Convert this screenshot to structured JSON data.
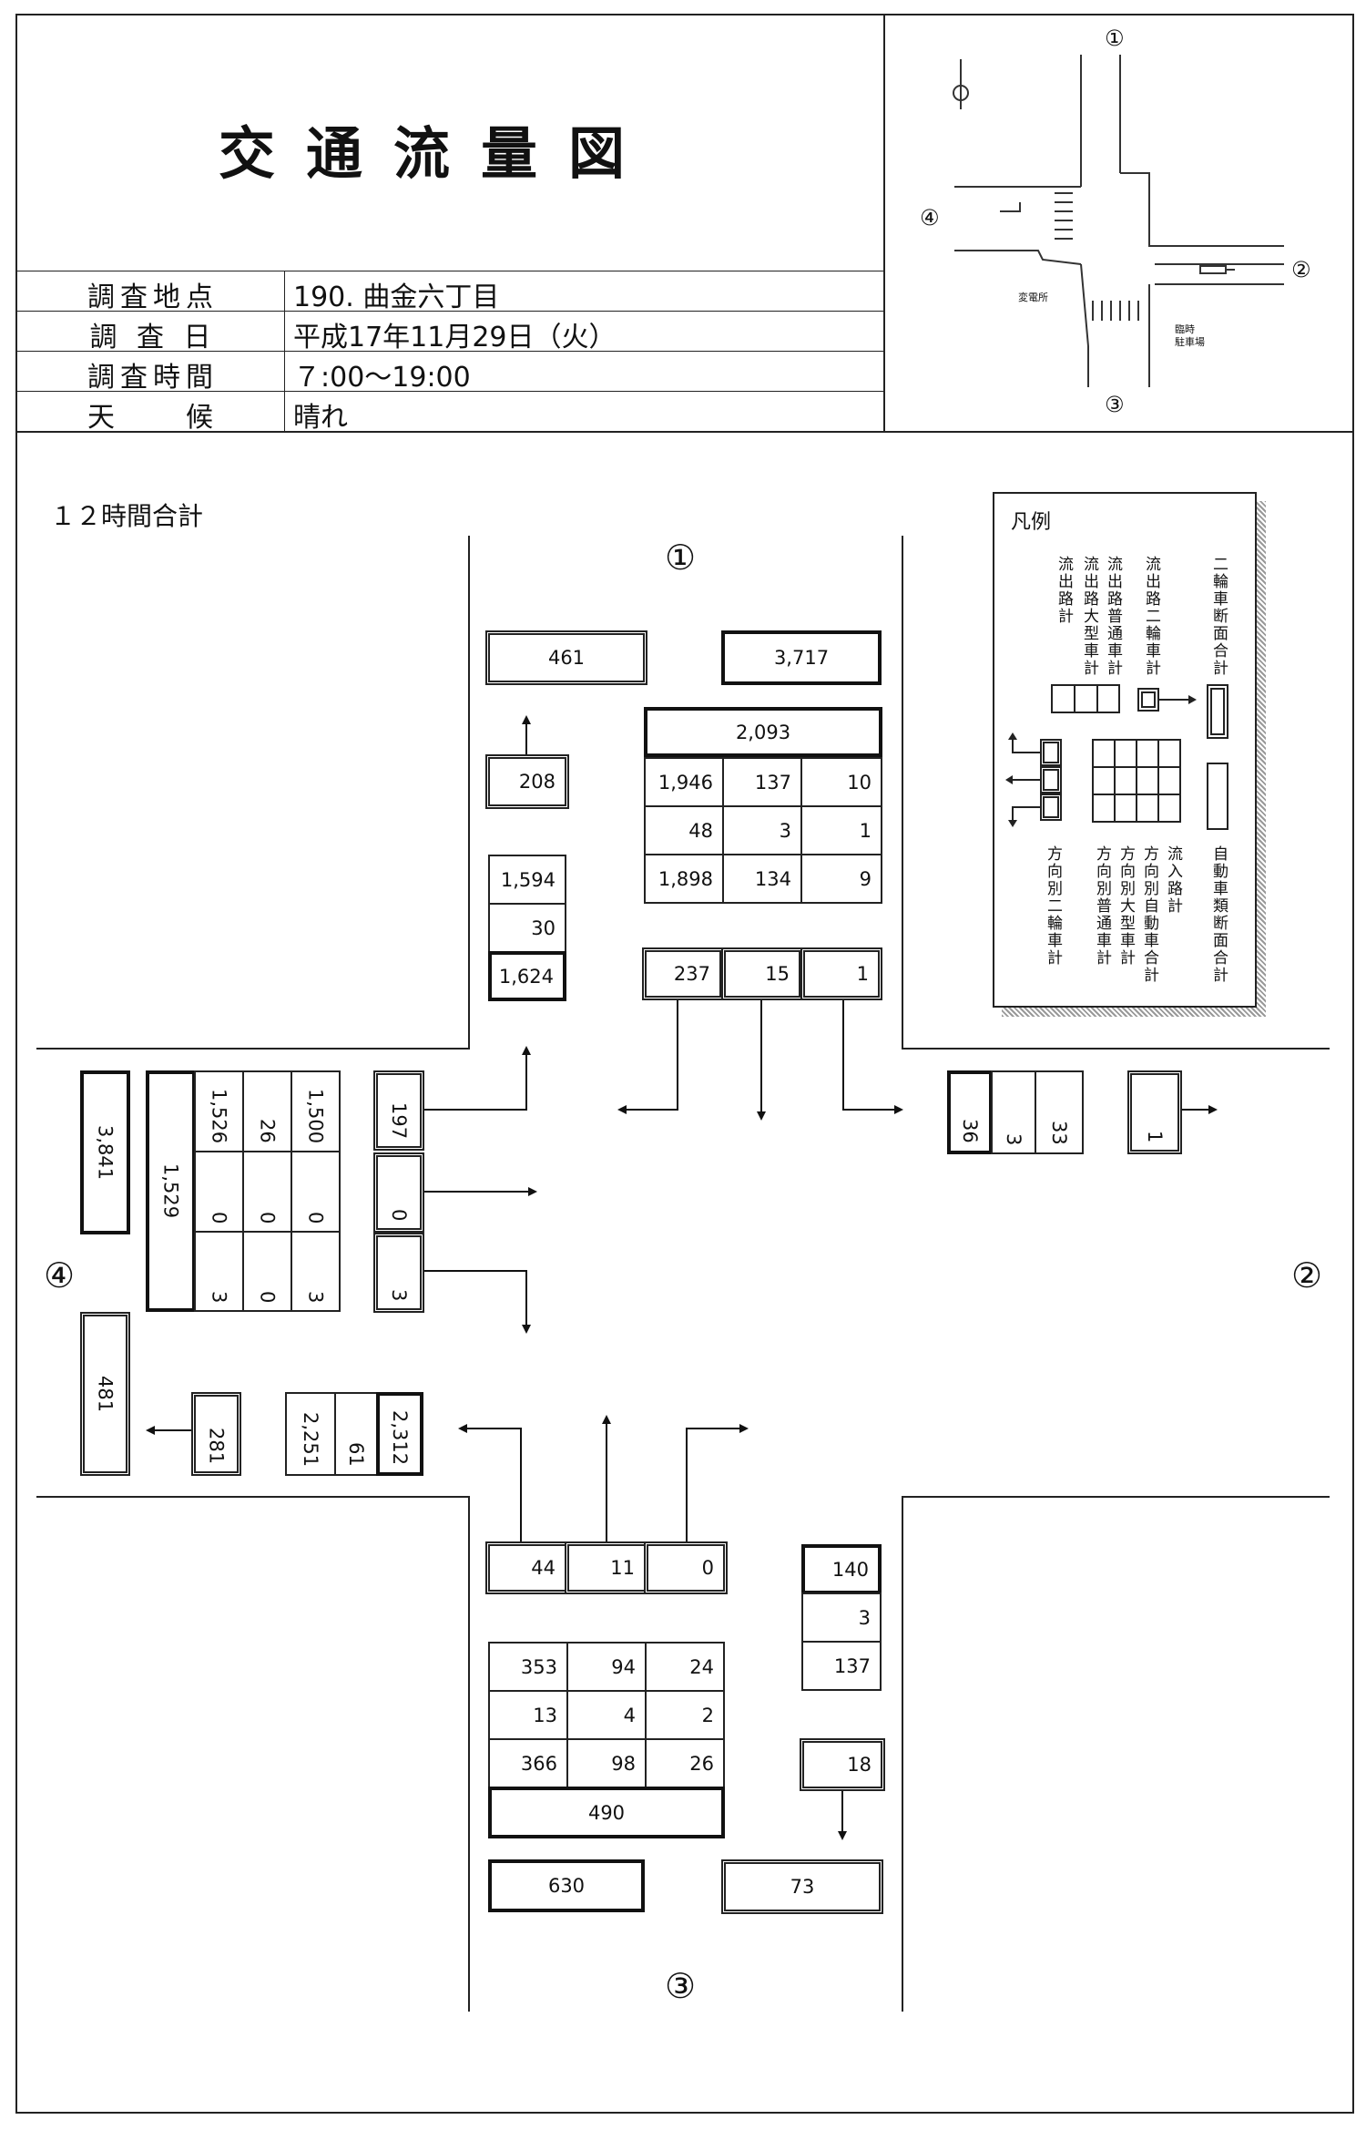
{
  "header": {
    "title": "交通流量図",
    "fields": [
      {
        "label": "調査地点",
        "value": "190. 曲金六丁目"
      },
      {
        "label": "調 査 日",
        "value": "平成17年11月29日（火）"
      },
      {
        "label": "調査時間",
        "value": "７:00～19:00"
      },
      {
        "label": "天　　候",
        "value": "晴れ"
      }
    ]
  },
  "map": {
    "labels": {
      "n1": "①",
      "n2": "②",
      "n3": "③",
      "n4": "④",
      "substation": "変電所",
      "parking": "臨時\n駐車場"
    }
  },
  "subtitle": "１２時間合計",
  "approaches": {
    "a1": "①",
    "a2": "②",
    "a3": "③",
    "a4": "④"
  },
  "north": {
    "out_total": "461",
    "cross_total": "3,717",
    "in_total": "2,093",
    "grid": [
      [
        "1,946",
        "137",
        "10"
      ],
      [
        "48",
        "3",
        "1"
      ],
      [
        "1,898",
        "134",
        "9"
      ]
    ],
    "out_moto": "208",
    "out_split": [
      "1,594",
      "30",
      "1,624"
    ],
    "dir_moto": [
      "237",
      "15",
      "1"
    ]
  },
  "east": {
    "out_split": [
      "36",
      "3",
      "33"
    ],
    "out_moto": "1"
  },
  "west": {
    "cross_total": "3,841",
    "in_total": "1,529",
    "grid": [
      [
        "1,526",
        "26",
        "1,500"
      ],
      [
        "0",
        "0",
        "0"
      ],
      [
        "3",
        "0",
        "3"
      ]
    ],
    "dir_moto": [
      "197",
      "0",
      "3"
    ],
    "out_total": "481",
    "out_moto": "281",
    "out_split": [
      "2,251",
      "61",
      "2,312"
    ]
  },
  "south": {
    "dir_moto": [
      "44",
      "11",
      "0"
    ],
    "grid": [
      [
        "353",
        "94",
        "24"
      ],
      [
        "13",
        "4",
        "2"
      ],
      [
        "366",
        "98",
        "26"
      ]
    ],
    "in_total": "490",
    "cross_total": "630",
    "out_split": [
      "140",
      "3",
      "137"
    ],
    "out_moto": "18",
    "out_total": "73"
  },
  "legend": {
    "title": "凡例",
    "top_labels": [
      "流出路計",
      "流出路大型車計",
      "流出路普通車計",
      "流出路二輪車計",
      "二輪車断面合計"
    ],
    "bottom_labels": [
      "方向別二輪車計",
      "方向別普通車計",
      "方向別大型車計",
      "方向別自動車合計",
      "流入路計",
      "自動車類断面合計"
    ]
  }
}
